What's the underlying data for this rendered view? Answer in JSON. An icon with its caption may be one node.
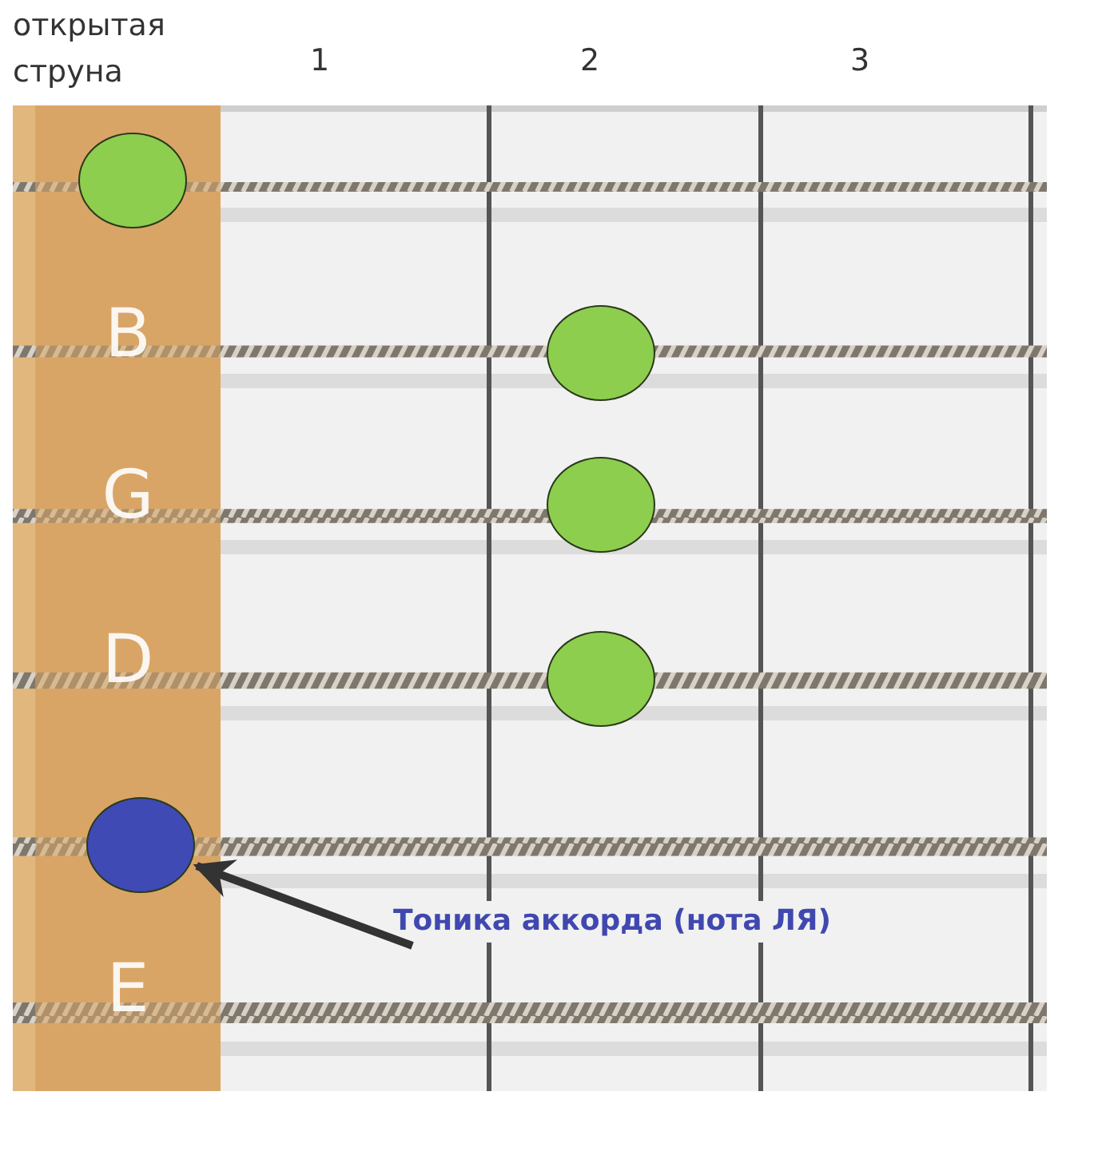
{
  "diagram": {
    "nodes": [
      {
        "text": [],
        "shape": "circle"
      },
      {
        "text": [],
        "shape": "circle"
      },
      {
        "text": [],
        "shape": "circle"
      },
      {
        "text": [],
        "shape": "circle"
      },
      {
        "text": [],
        "shape": "circle"
      },
      {
        "text": [
          "Тоника аккорда (нота ЛЯ)"
        ]
      }
    ],
    "edges": [
      {
        "from": 5,
        "to": 4,
        "arrow": "to"
      }
    ],
    "labels": [
      "открытая струна",
      "1",
      "2",
      "3",
      "B",
      "G",
      "D",
      "E"
    ]
  }
}
